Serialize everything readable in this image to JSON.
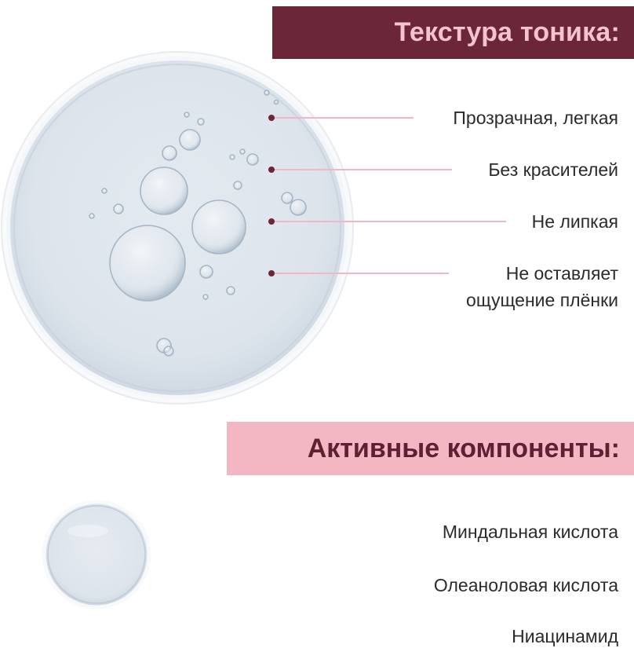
{
  "texture_section": {
    "title": "Текстура тоника:",
    "features": [
      "Прозрачная, легкая",
      "Без красителей",
      "Не липкая",
      "Не оставляет",
      "ощущение плёнки"
    ]
  },
  "components_section": {
    "title": "Активные компоненты:",
    "items": [
      "Миндальная кислота",
      "Олеаноловая кислота",
      "Ниацинамид"
    ]
  },
  "colors": {
    "burgundy": "#6b2637",
    "pink": "#f3b6c3",
    "line_pink": "#f0b8c6",
    "text": "#2b2b2b"
  }
}
